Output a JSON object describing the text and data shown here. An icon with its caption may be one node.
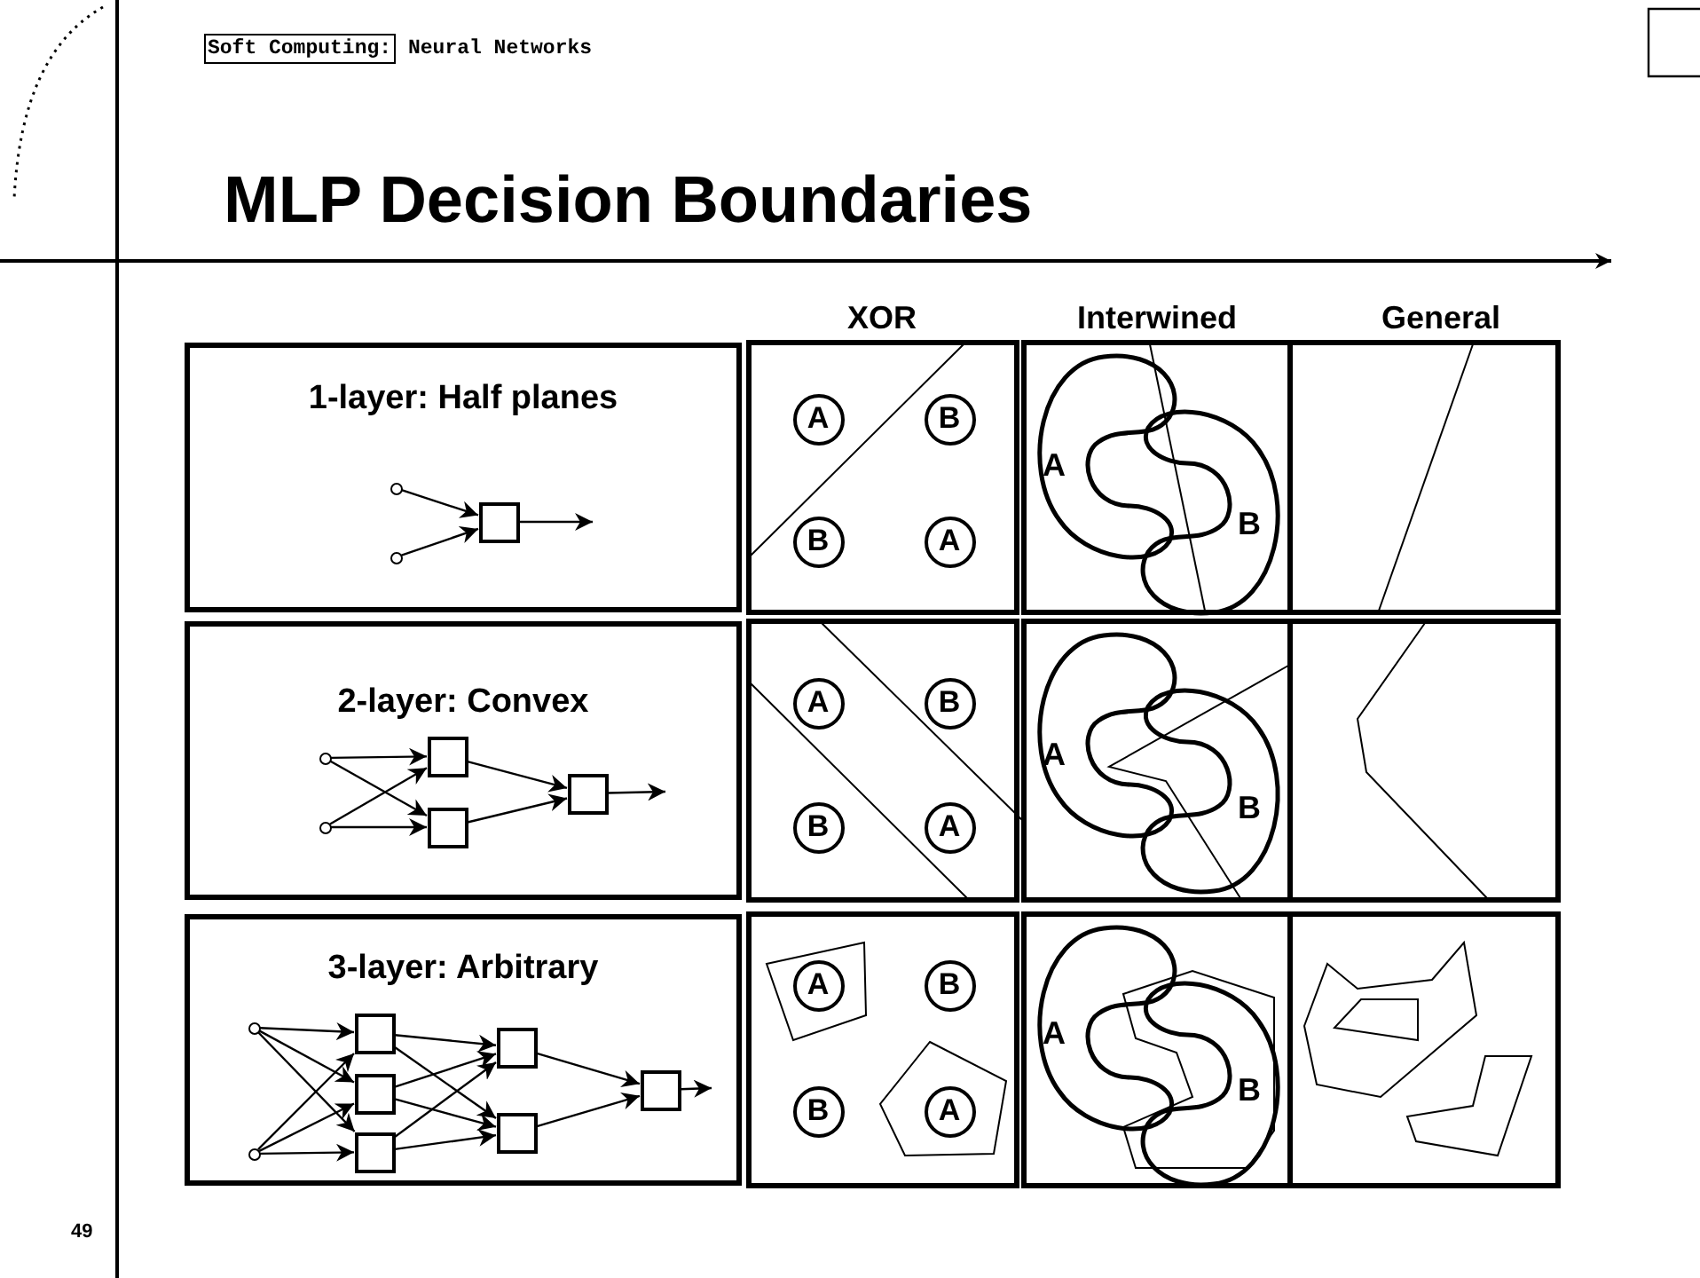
{
  "diagram": {
    "title": "MLP Decision Boundaries",
    "nodes": [
      {
        "text": [
          "1-layer: Half planes"
        ]
      },
      {
        "text": [],
        "shape": "circle",
        "in": 0
      },
      {
        "text": [],
        "shape": "circle",
        "in": 0
      },
      {
        "text": [],
        "shape": "box",
        "in": 0
      },
      {
        "text": [
          "2-layer: Convex"
        ]
      },
      {
        "text": [],
        "shape": "circle",
        "in": 4
      },
      {
        "text": [],
        "shape": "circle",
        "in": 4
      },
      {
        "text": [],
        "shape": "box",
        "in": 4
      },
      {
        "text": [],
        "shape": "box",
        "in": 4
      },
      {
        "text": [],
        "shape": "box",
        "in": 4
      },
      {
        "text": [
          "3-layer: Arbitrary"
        ]
      },
      {
        "text": [],
        "shape": "circle",
        "in": 10
      },
      {
        "text": [],
        "shape": "circle",
        "in": 10
      },
      {
        "text": [],
        "shape": "box",
        "in": 10
      },
      {
        "text": [],
        "shape": "box",
        "in": 10
      },
      {
        "text": [],
        "shape": "box",
        "in": 10
      },
      {
        "text": [],
        "shape": "box",
        "in": 10
      },
      {
        "text": [],
        "shape": "box",
        "in": 10
      },
      {
        "text": [],
        "shape": "box",
        "in": 10
      },
      {
        "text": [
          "A"
        ]
      },
      {
        "text": [
          "B"
        ]
      },
      {
        "text": [
          "B"
        ]
      },
      {
        "text": [
          "A"
        ]
      },
      {
        "text": [
          "A"
        ]
      },
      {
        "text": [
          "B"
        ]
      },
      {
        "text": [
          "B"
        ]
      },
      {
        "text": [
          "A"
        ]
      },
      {
        "text": [
          "A"
        ]
      },
      {
        "text": [
          "B"
        ]
      },
      {
        "text": [
          "B"
        ]
      },
      {
        "text": [
          "A"
        ]
      }
    ],
    "edges": [
      {
        "from": 1,
        "to": 3,
        "arrow": "to"
      },
      {
        "from": 2,
        "to": 3,
        "arrow": "to"
      },
      {
        "from": 3,
        "to": null,
        "arrow": "to"
      },
      {
        "from": 5,
        "to": 7,
        "arrow": "to"
      },
      {
        "from": 5,
        "to": 8,
        "arrow": "to"
      },
      {
        "from": 6,
        "to": 7,
        "arrow": "to"
      },
      {
        "from": 6,
        "to": 8,
        "arrow": "to"
      },
      {
        "from": 7,
        "to": 9,
        "arrow": "to"
      },
      {
        "from": 8,
        "to": 9,
        "arrow": "to"
      },
      {
        "from": 9,
        "to": null,
        "arrow": "to"
      },
      {
        "from": 11,
        "to": 13,
        "arrow": "to"
      },
      {
        "from": 11,
        "to": 14,
        "arrow": "to"
      },
      {
        "from": 11,
        "to": 15,
        "arrow": "to"
      },
      {
        "from": 12,
        "to": 13,
        "arrow": "to"
      },
      {
        "from": 12,
        "to": 14,
        "arrow": "to"
      },
      {
        "from": 12,
        "to": 15,
        "arrow": "to"
      },
      {
        "from": 13,
        "to": 16,
        "arrow": "to"
      },
      {
        "from": 13,
        "to": 17,
        "arrow": "to"
      },
      {
        "from": 14,
        "to": 16,
        "arrow": "to"
      },
      {
        "from": 14,
        "to": 17,
        "arrow": "to"
      },
      {
        "from": 15,
        "to": 16,
        "arrow": "to"
      },
      {
        "from": 15,
        "to": 17,
        "arrow": "to"
      },
      {
        "from": 16,
        "to": 18,
        "arrow": "to"
      },
      {
        "from": 17,
        "to": 18,
        "arrow": "to"
      },
      {
        "from": 18,
        "to": null,
        "arrow": "to"
      }
    ],
    "labels": [
      "Soft Computing:",
      "Neural Networks",
      "XOR",
      "Interwined",
      "General",
      "A",
      "B",
      "A",
      "B",
      "A",
      "B",
      "49"
    ]
  }
}
